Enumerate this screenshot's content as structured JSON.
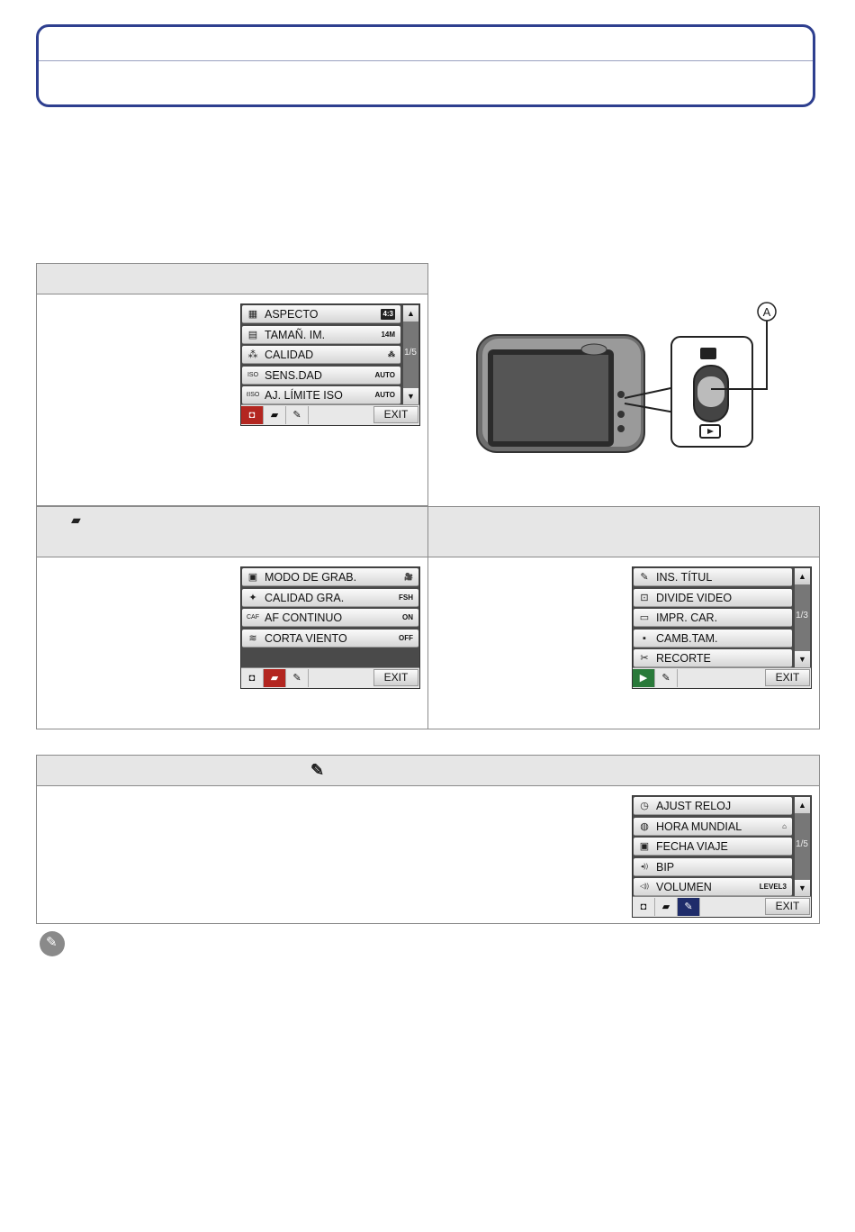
{
  "screen_rec": {
    "rows": [
      {
        "icon": "▦",
        "label": "ASPECTO",
        "value": "4:3",
        "boxed": true
      },
      {
        "icon": "▤",
        "label": "TAMAÑ. IM.",
        "value": "14M",
        "boxed": false
      },
      {
        "icon": "⁂",
        "label": "CALIDAD",
        "value": "⁂",
        "boxed": false
      },
      {
        "icon": "ISO",
        "label": "SENS.DAD",
        "value": "AUTO",
        "boxed": false
      },
      {
        "icon": "ℓISO",
        "label": "AJ. LÍMITE ISO",
        "value": "AUTO",
        "boxed": false
      }
    ],
    "page": "1/5",
    "tabs": [
      "◘",
      "🎥",
      "🔧"
    ],
    "exit": "EXIT"
  },
  "screen_movie": {
    "rows": [
      {
        "icon": "▣",
        "label": "MODO DE GRAB.",
        "value": "🎥"
      },
      {
        "icon": "✦",
        "label": "CALIDAD GRA.",
        "value": "FSH"
      },
      {
        "icon": "CAF",
        "label": "AF CONTINUO",
        "value": "ON"
      },
      {
        "icon": "≋",
        "label": "CORTA VIENTO",
        "value": "OFF"
      }
    ],
    "exit": "EXIT"
  },
  "screen_play": {
    "rows": [
      {
        "icon": "✎",
        "label": "INS. TÍTUL"
      },
      {
        "icon": "⊡",
        "label": "DIVIDE VIDEO"
      },
      {
        "icon": "▭",
        "label": "IMPR. CAR."
      },
      {
        "icon": "▪",
        "label": "CAMB.TAM."
      },
      {
        "icon": "✂",
        "label": "RECORTE"
      }
    ],
    "page": "1/3",
    "exit": "EXIT"
  },
  "screen_setup": {
    "rows": [
      {
        "icon": "◷",
        "label": "AJUST RELOJ",
        "value": ""
      },
      {
        "icon": "◍",
        "label": "HORA MUNDIAL",
        "value": "⌂"
      },
      {
        "icon": "▣",
        "label": "FECHA VIAJE",
        "value": ""
      },
      {
        "icon": "◂))",
        "label": "BIP",
        "value": ""
      },
      {
        "icon": "◁))",
        "label": "VOLUMEN",
        "value": "LEVEL3"
      }
    ],
    "page": "1/5",
    "exit": "EXIT"
  },
  "callout_label": "A",
  "colors": {
    "accent": "#2e3f8f",
    "rec_tab": "#b32620",
    "play_tab": "#2a7a3a",
    "setup_tab": "#1f2c6a"
  }
}
